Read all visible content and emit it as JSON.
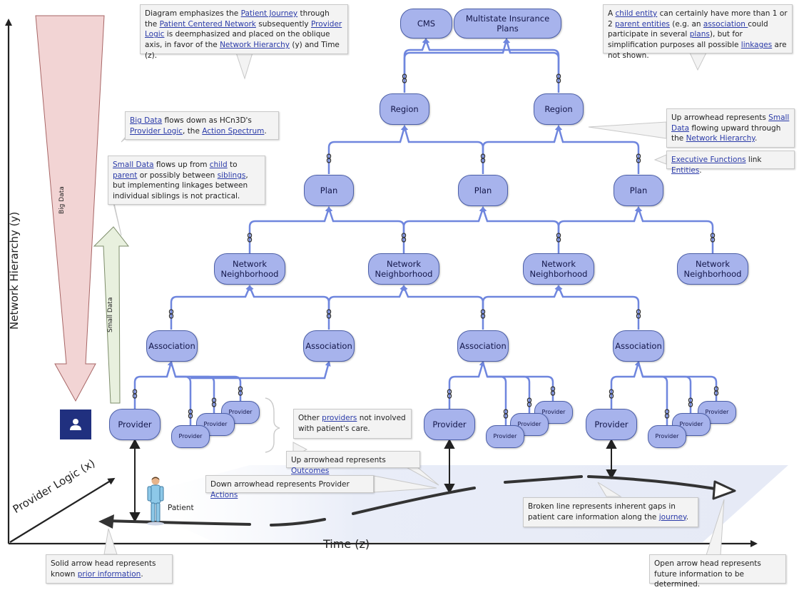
{
  "axes": {
    "y_label": "Network Hierarchy (y)",
    "x_label": "Time (z)",
    "oblique_label": "Provider Logic (x)"
  },
  "flows": {
    "big_data": "Big Data",
    "small_data": "Small Data"
  },
  "nodes": {
    "cms": "CMS",
    "multistate": "Multistate Insurance Plans",
    "region_1": "Region",
    "region_2": "Region",
    "plan_1": "Plan",
    "plan_2": "Plan",
    "plan_3": "Plan",
    "neighborhood_1": "Network Neighborhood",
    "neighborhood_2": "Network Neighborhood",
    "neighborhood_3": "Network Neighborhood",
    "neighborhood_4": "Network Neighborhood",
    "association_1": "Association",
    "association_2": "Association",
    "association_3": "Association",
    "association_4": "Association",
    "provider_1": "Provider",
    "provider_2": "Provider",
    "provider_3": "Provider",
    "provider_small": "Provider"
  },
  "patient_label": "Patient",
  "icons": {
    "badge": "provider-badge-icon",
    "patient": "patient-figure-icon",
    "link": "chain-link-icon"
  },
  "colors": {
    "node_fill": "#a7b3ec",
    "node_border": "#4b5ea7",
    "wire": "#6f86de",
    "big_data": "#f2d4d4",
    "small_data": "#e8f0de",
    "badge": "#20307f"
  },
  "callouts": {
    "top_left": {
      "t1": "Diagram emphasizes the ",
      "l1": "Patient Journey",
      "t2": " through the ",
      "l2": "Patient Centered Network",
      "t3": " subsequently ",
      "l3": "Provider Logic",
      "t4": " is deemphasized and placed on the oblique axis, in favor of the ",
      "l4": "Network Hierarchy",
      "t5": " (y) and Time (z)."
    },
    "top_right": {
      "t1": "A ",
      "l1": "child entity",
      "t2": " can certainly have more than 1 or 2 ",
      "l2": "parent entities",
      "t3": " (e.g. an ",
      "l3": "association ",
      "t4": "could participate in several ",
      "l4": "plans",
      "t5": "), but for simplification purposes all possible ",
      "l5": "linkages",
      "t6": " are not shown."
    },
    "big_data": {
      "l1": "Big Data",
      "t1": " flows down as HCn3D's ",
      "l2": "Provider Logic",
      "t2": ", the ",
      "l3": "Action Spectrum",
      "t3": "."
    },
    "small_data": {
      "l1": "Small Data",
      "t1": " flows up from ",
      "l2": "child",
      "t2": " to ",
      "l3": "parent",
      "t3": " or possibly between ",
      "l4": "siblings",
      "t4": ", but implementing linkages between individual siblings is not practical."
    },
    "up_arrowhead": {
      "t1": "Up arrowhead represents ",
      "l1": "Small Data",
      "t2": " flowing upward through the ",
      "l2": "Network Hierarchy",
      "t3": "."
    },
    "exec": {
      "l1": "Executive Functions",
      "t1": " link ",
      "l2": "Entities",
      "t2": "."
    },
    "other_providers": {
      "t1": "Other ",
      "l1": "providers",
      "t2": " not involved with patient's care."
    },
    "outcomes": {
      "t1": "Up arrowhead represents ",
      "l1": "Outcomes"
    },
    "actions": {
      "t1": "Down arrowhead represents Provider ",
      "l1": "Actions"
    },
    "broken_line": {
      "t1": "Broken line represents inherent gaps in patient care information along the ",
      "l1": "journey",
      "t2": "."
    },
    "solid_arrow": {
      "t1": "Solid arrow head represents known ",
      "l1": "prior information",
      "t2": "."
    },
    "open_arrow": {
      "t1": "Open arrow head represents future information to be determined."
    }
  }
}
